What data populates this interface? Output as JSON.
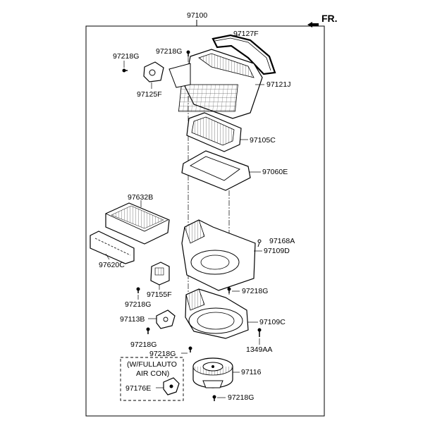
{
  "direction_label": "FR.",
  "assembly_number": "97100",
  "callouts": {
    "p97127F": "97127F",
    "p97218G_top": "97218G",
    "p97218G_left": "97218G",
    "p97125F": "97125F",
    "p97121J": "97121J",
    "p97105C": "97105C",
    "p97060E": "97060E",
    "p97632B": "97632B",
    "p97168A": "97168A",
    "p97109D": "97109D",
    "p97620C": "97620C",
    "p97155F": "97155F",
    "p97218G_mid": "97218G",
    "p97218G_lowleft": "97218G",
    "p97113B": "97113B",
    "p97109C": "97109C",
    "p97218G_b1": "97218G",
    "p1349AA": "1349AA",
    "p97218G_b2": "97218G",
    "p97116": "97116",
    "p97176E": "97176E",
    "p97218G_b3": "97218G"
  },
  "option_note": {
    "line1": "(W/FULLAUTO",
    "line2": "AIR CON)"
  }
}
